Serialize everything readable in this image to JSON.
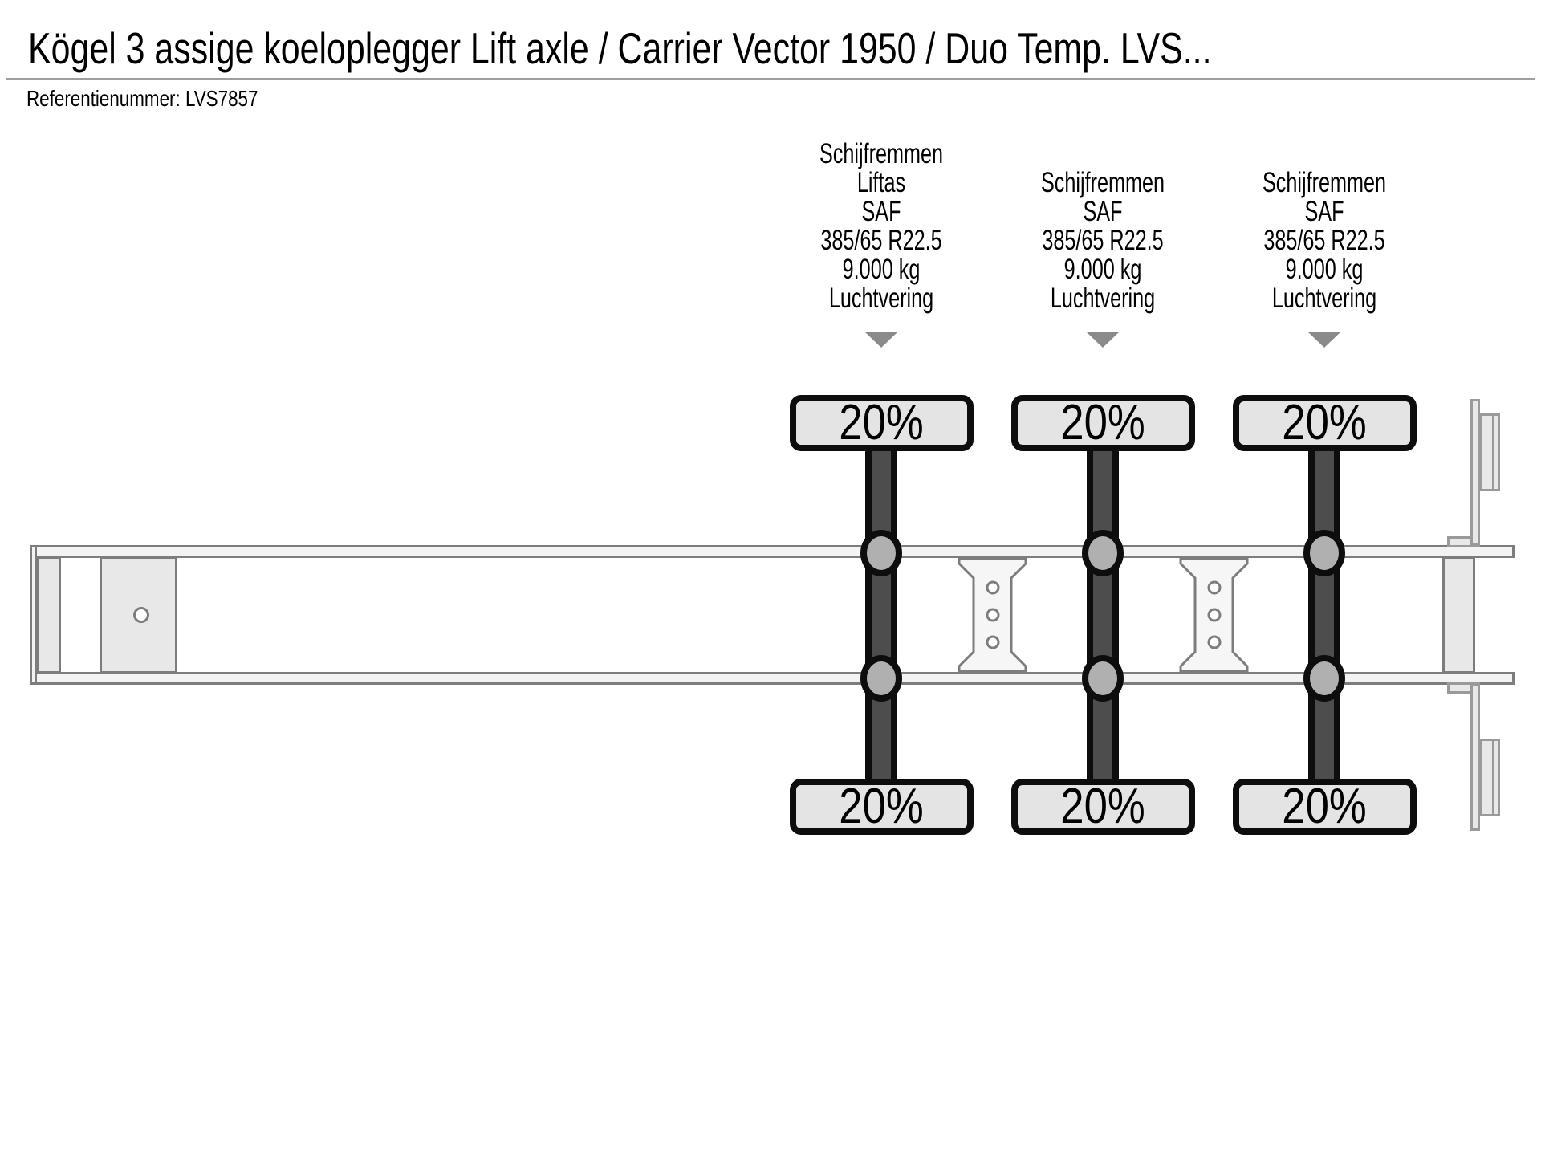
{
  "header": {
    "title": "Kögel 3 assige koeloplegger Lift axle / Carrier Vector 1950 / Duo Temp. LVS...",
    "reference_label": "Referentienummer:",
    "reference_value": "LVS7857"
  },
  "axles": [
    {
      "specs": [
        "Schijfremmen",
        "Liftas",
        "SAF",
        "385/65 R22.5",
        "9.000 kg",
        "Luchtvering"
      ],
      "load_top": "20%",
      "load_bottom": "20%"
    },
    {
      "specs": [
        "Schijfremmen",
        "SAF",
        "385/65 R22.5",
        "9.000 kg",
        "Luchtvering"
      ],
      "load_top": "20%",
      "load_bottom": "20%"
    },
    {
      "specs": [
        "Schijfremmen",
        "SAF",
        "385/65 R22.5",
        "9.000 kg",
        "Luchtvering"
      ],
      "load_top": "20%",
      "load_bottom": "20%"
    }
  ],
  "icons": {
    "arrow_down": "triangle-down-arrow"
  },
  "colors": {
    "outline_black": "#0d0d0d",
    "outline_gray": "#7d7d7d",
    "rail_fill": "#f3f3f3",
    "panel_fill": "#e8e8e8",
    "shaft_fill": "#4d4d4d",
    "hub_fill": "#b0b0b0",
    "arrow_gray": "#8a8a8a",
    "rule_gray": "#9e9e9e"
  }
}
